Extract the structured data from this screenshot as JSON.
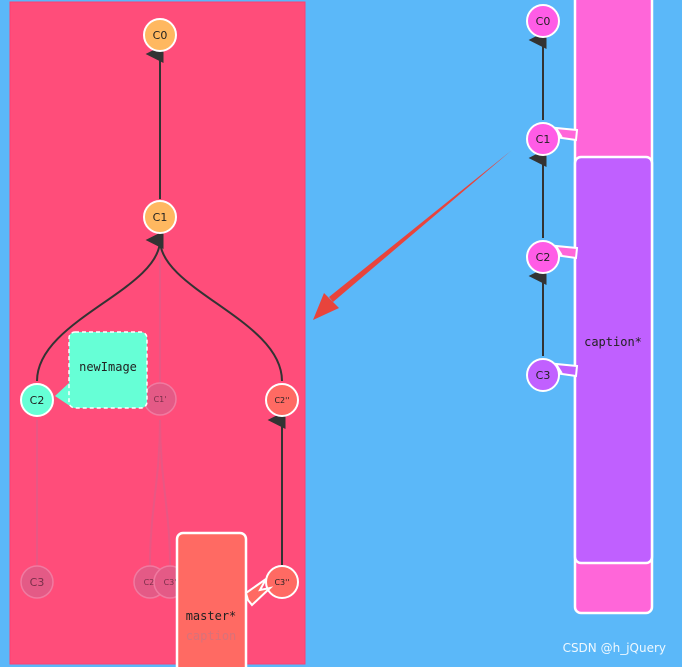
{
  "colors": {
    "background": "#5bb8f9",
    "left_panel": "#ff4d7a",
    "node_orange": "#ffb860",
    "node_teal": "#66ffd6",
    "node_red": "#ff6a63",
    "node_magenta": "#ff5ce6",
    "node_purple": "#c160ff",
    "ghost": "#e45a86",
    "branch_pink": "#ff66d9",
    "branch_purple": "#c060ff",
    "arrow_red": "#e8443c"
  },
  "left_graph": {
    "nodes": {
      "c0": "C0",
      "c1": "C1",
      "c2": "C2",
      "c3_ghost": "C3",
      "c1_ghost": "C1'",
      "c2_ghost": "C2'",
      "c3_ghost2": "C3'",
      "c2pp": "C2''",
      "c3pp": "C3''"
    },
    "branches": {
      "new_image": "newImage",
      "master": "master*",
      "caption": "caption"
    }
  },
  "right_graph": {
    "nodes": {
      "c0": "C0",
      "c1": "C1",
      "c2": "C2",
      "c3": "C3"
    },
    "branches": {
      "caption": "caption*"
    }
  },
  "watermark": "CSDN @h_jQuery"
}
